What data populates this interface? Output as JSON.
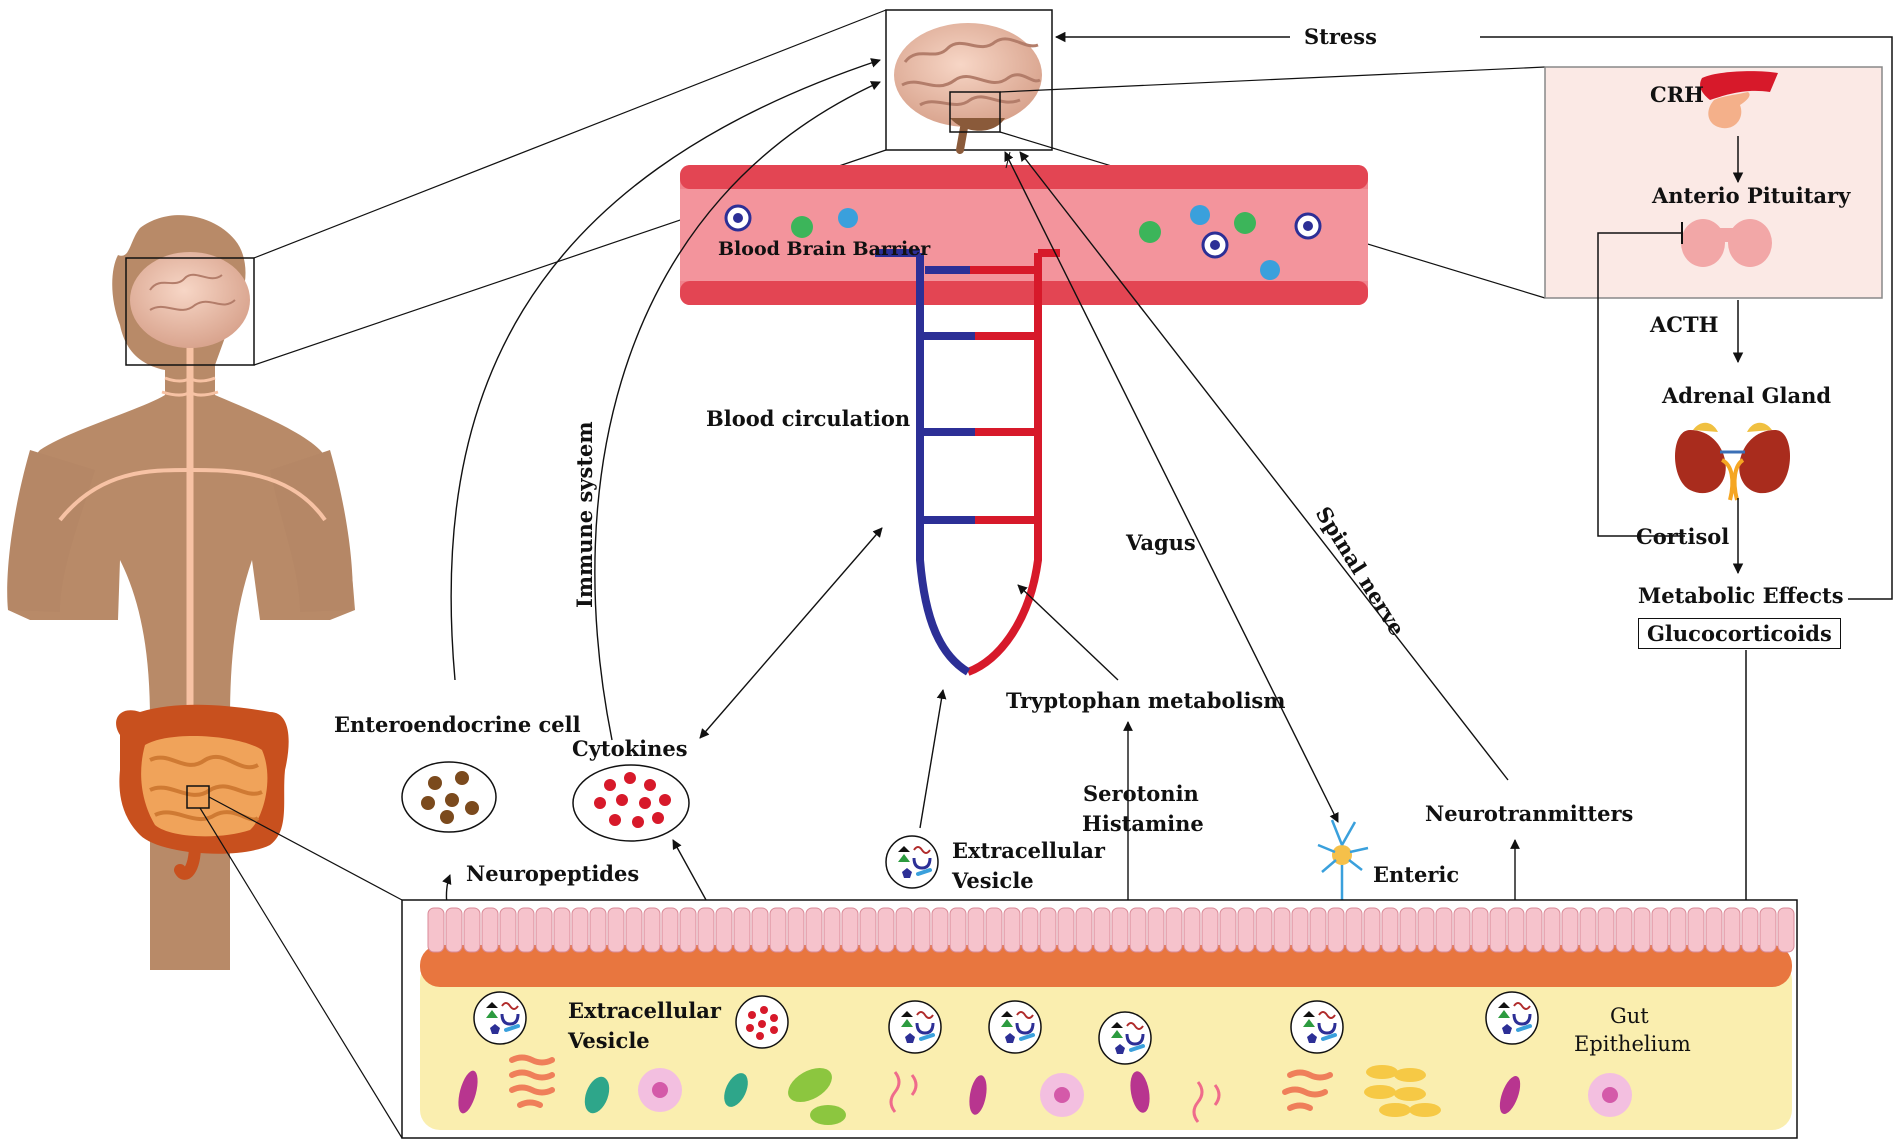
{
  "labels": {
    "stress": "Stress",
    "crh": "CRH",
    "anterior_pituitary": "Anterio Pituitary",
    "acth": "ACTH",
    "adrenal_gland": "Adrenal Gland",
    "cortisol": "Cortisol",
    "metabolic_effects": "Metabolic Effects",
    "glucocorticoids": "Glucocorticoids",
    "blood_brain_barrier": "Blood Brain Barrier",
    "blood_circulation": "Blood circulation",
    "immune_system": "Immune system",
    "vagus": "Vagus",
    "spinal_nerve": "Spinal nerve",
    "enteroendocrine_cell": "Enteroendocrine cell",
    "cytokines": "Cytokines",
    "tryptophan_metabolism": "Tryptophan metabolism",
    "serotonin": "Serotonin",
    "histamine": "Histamine",
    "neurotransmitters": "Neurotranmitters",
    "neuropeptides": "Neuropeptides",
    "extracellular_vesicle_top_1": "Extracellular",
    "extracellular_vesicle_top_2": "Vesicle",
    "enteric": "Enteric",
    "extracellular_vesicle_gut_1": "Extracellular",
    "extracellular_vesicle_gut_2": "Vesicle",
    "gut_epithelium_1": "Gut",
    "gut_epithelium_2": "Epithelium"
  },
  "colors": {
    "skin": "#b88a68",
    "vessel": "#f0828c",
    "artery": "#d7192a",
    "vein": "#2c2f96",
    "hpa_panel": "#fbe9e5",
    "gut_lumen": "#faeeaf",
    "epithelium_band": "#e8763f",
    "villi": "#f6c3cc"
  }
}
